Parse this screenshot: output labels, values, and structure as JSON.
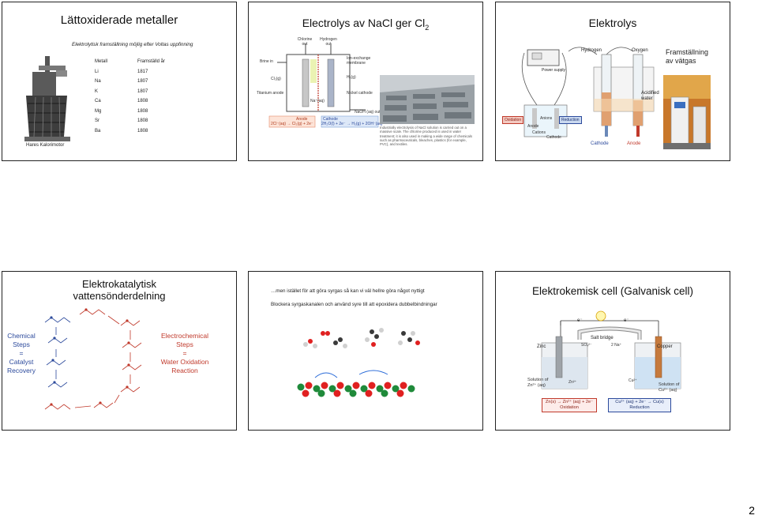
{
  "slide1": {
    "title": "Lättoxiderade metaller",
    "subtitle": "Elektrolytisk framställning möjlig efter Voltas uppfinning",
    "table": {
      "headers": [
        "Metall",
        "Framställd år"
      ],
      "rows": [
        [
          "Li",
          "1817"
        ],
        [
          "Na",
          "1807"
        ],
        [
          "K",
          "1807"
        ],
        [
          "Ca",
          "1808"
        ],
        [
          "Mg",
          "1808"
        ],
        [
          "Sr",
          "1808"
        ],
        [
          "Ba",
          "1808"
        ]
      ]
    },
    "caption": "Hares Kalorimotor"
  },
  "slide2": {
    "title": "Electrolys av NaCl ger Cl",
    "title_sub": "2",
    "labels": {
      "chlorine_out": "Chlorine out",
      "hydrogen_out": "Hydrogen out",
      "brine_in": "Brine in",
      "ion_exchange": "Ion-exchange membrane",
      "cl2g": "Cl₂(g)",
      "h2g": "H₂(g)",
      "titanium_anode": "Titanium anode",
      "nickel_cathode": "Nickel cathode",
      "na_aq": "Na⁺(aq)",
      "naoh_out": "NaOH (aq) out",
      "anode_label": "Anode",
      "anode_eq": "2Cl⁻(aq) → Cl₂(g) + 2e⁻",
      "cathode_label": "Cathode",
      "cathode_eq": "2H₂O(l) + 2e⁻ → H₂(g) + 2OH⁻(aq)"
    },
    "photo_caption": "Industrially electrolysis of NaCl solution is carried out on a massive scale. The chlorine produced is used in water treatment; it is also used in making a wide range of chemicals such as pharmaceuticals, bleaches, plastics (for example, PVC), and textiles."
  },
  "slide3": {
    "title": "Elektrolys",
    "side_note": "Framställning av vätgas",
    "labels": {
      "power_supply": "Power supply",
      "hydrogen": "Hydrogen",
      "oxygen": "Oxygen",
      "acidified_water": "Acidified water",
      "oxidation": "Oxidation",
      "reduction": "Reduction",
      "anode": "Anode",
      "cathode": "Cathode",
      "anions": "Anions",
      "cations": "Cations",
      "cathode_bottom": "Cathode",
      "anode_bottom": "Anode"
    }
  },
  "slide4": {
    "title_line1": "Elektrokatalytisk",
    "title_line2": "vattensönderdelning",
    "left_text": [
      "Chemical",
      "Steps",
      "=",
      "Catalyst",
      "Recovery"
    ],
    "right_text": [
      "Electrochemical",
      "Steps",
      "=",
      "Water Oxidation",
      "Reaction"
    ]
  },
  "slide5": {
    "line1": "…men istället för att göra syrgas så kan vi väl hellre göra något nyttigt",
    "line2": "Blockera syrgaskanalen och använd syre till att epoxidera dubbelbindningar"
  },
  "slide6": {
    "title": "Elektrokemisk cell (Galvanisk cell)",
    "labels": {
      "e_left": "e⁻",
      "e_right": "e⁻",
      "salt_bridge": "Salt bridge",
      "so4": "SO₄²⁻",
      "two_na": "2 Na⁺",
      "zinc": "Zinc",
      "copper": "Copper",
      "zn2": "Zn²⁺",
      "cu2": "Cu²⁺",
      "sol_zn": "Solution of Zn²⁺ (aq)",
      "sol_cu": "Solution of Cu²⁺ (aq)",
      "ox_eq": "Zn(s) → Zn²⁺ (aq) + 2e⁻",
      "ox_label": "Oxidation",
      "red_eq": "Cu²⁺ (aq) + 2e⁻ → Cu(s)",
      "red_label": "Reduction"
    }
  },
  "page_number": "2",
  "colors": {
    "red_accent": "#c0392b",
    "blue_accent": "#2c4a9c",
    "anode_box": "#e8a090",
    "cathode_box": "#a8c4e8"
  }
}
